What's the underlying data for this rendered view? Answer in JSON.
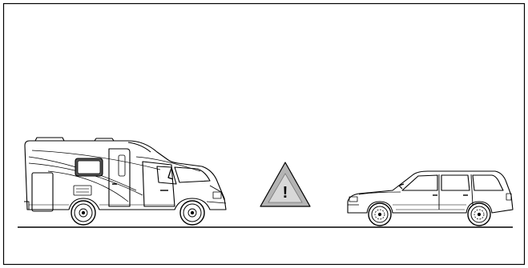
{
  "figure": {
    "subjects": [
      "camper-van",
      "warning-triangle",
      "station-wagon-car"
    ],
    "warning_symbol": "!",
    "colors": {
      "line": "#000000",
      "triangle_fill": "#b4b4b4",
      "triangle_inner": "#d2d2d2",
      "background": "#ffffff"
    }
  }
}
